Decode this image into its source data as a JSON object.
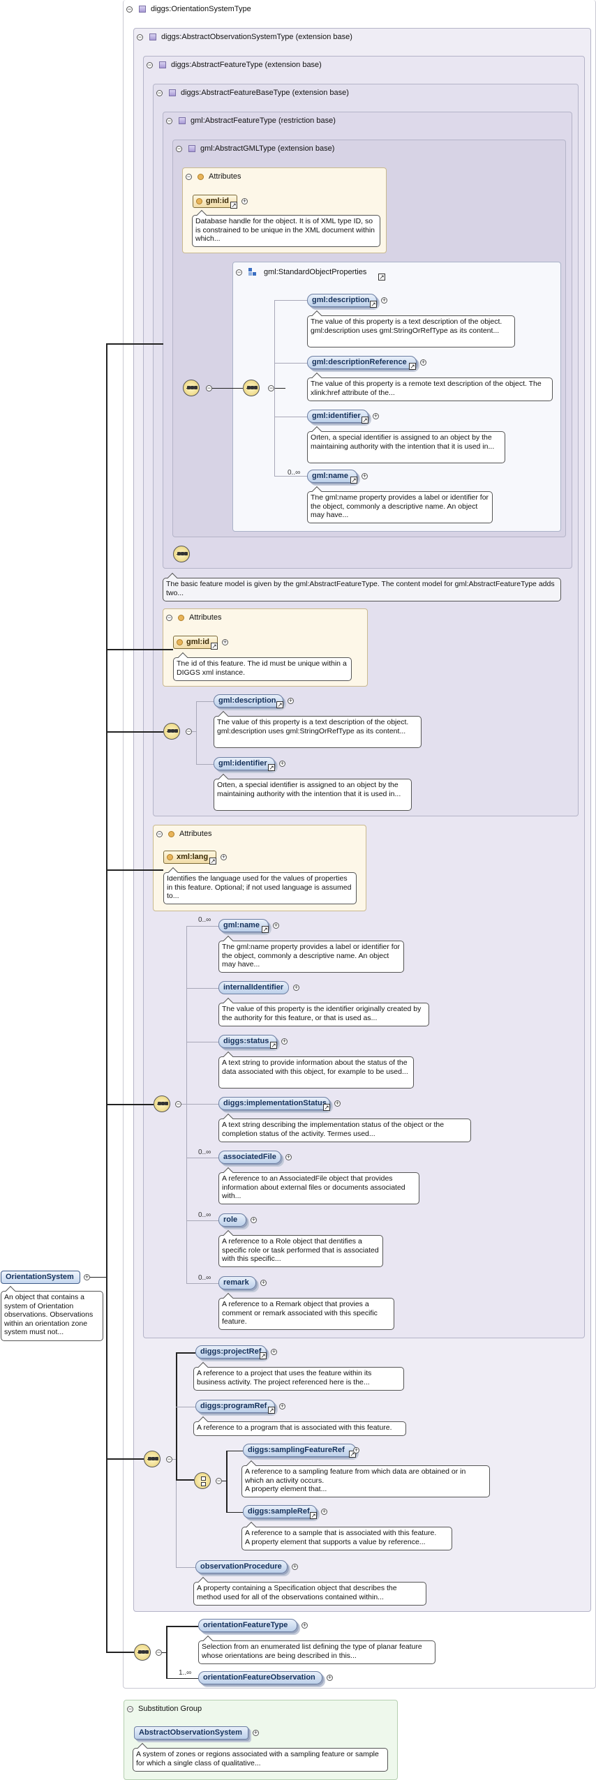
{
  "root": {
    "name": "OrientationSystem",
    "doc": "An object that contains a system of Orientation observations. Observations within an orientation zone system must not..."
  },
  "types": {
    "orientation_system_type": "diggs:OrientationSystemType",
    "abstract_observation_system_type": "diggs:AbstractObservationSystemType (extension base)",
    "abstract_feature_type_diggs": "diggs:AbstractFeatureType (extension base)",
    "abstract_feature_base_type": "diggs:AbstractFeatureBaseType (extension base)",
    "gml_abstract_feature_type": "gml:AbstractFeatureType (restriction base)",
    "gml_abstract_gml_type": "gml:AbstractGMLType (extension base)",
    "standard_object_properties": "gml:StandardObjectProperties"
  },
  "attributes_label": "Attributes",
  "gml_attrs": {
    "id_name": "gml:id",
    "id_doc": "Database handle for the object. It is of XML type ID, so is constrained to be unique in the XML document within which..."
  },
  "standard_props": [
    {
      "name": "gml:description",
      "doc": "The value of this property is a text description of the object. gml:description uses gml:StringOrRefType as its content..."
    },
    {
      "name": "gml:descriptionReference",
      "doc": "The value of this property is a remote text description of the object. The xlink:href attribute of the..."
    },
    {
      "name": "gml:identifier",
      "doc": "Often, a special identifier is assigned to an object by the maintaining authority with the intention that it is used in..."
    },
    {
      "name": "gml:name",
      "doc": "The gml:name property provides a label or identifier for the object, commonly a descriptive name. An object may have...",
      "mult": "0..∞"
    }
  ],
  "gml_feature_doc": "The basic feature model is given by the gml:AbstractFeatureType. The content model for gml:AbstractFeatureType adds two...",
  "base_attrs": {
    "id_name": "gml:id",
    "id_doc": "The id of this feature. The id must be unique within a DIGGS xml instance."
  },
  "base_elements": [
    {
      "name": "gml:description",
      "doc": "The value of this property is a text description of the object. gml:description uses gml:StringOrRefType as its content..."
    },
    {
      "name": "gml:identifier",
      "doc": "Often, a special identifier is assigned to an object by the maintaining authority with the intention that it is used in..."
    }
  ],
  "feature_attrs": {
    "lang_name": "xml:lang",
    "lang_doc": "Identifies the language used for the values of properties in this feature. Optional; if not used language is assumed to..."
  },
  "feature_elements": [
    {
      "name": "gml:name",
      "mult": "0..∞",
      "doc": "The gml:name property provides a label or identifier for the object, commonly a descriptive name. An object may have..."
    },
    {
      "name": "internalIdentifier",
      "doc": "The value of this property is the identifier originally created by the authority for this feature, or that is used as..."
    },
    {
      "name": "diggs:status",
      "doc": "A text string to provide information about the status of the data associated with this object, for example to be used..."
    },
    {
      "name": "diggs:implementationStatus",
      "doc": "A text string describing the implementation status of the object or the completion status of the activity. Termes used..."
    },
    {
      "name": "associatedFile",
      "mult": "0..∞",
      "doc": "A reference to an AssociatedFile object that provides information about external files or documents associated with..."
    },
    {
      "name": "role",
      "mult": "0..∞",
      "doc": "A reference to a Role object that dentifies a specific role or task performed that is associated with this specific..."
    },
    {
      "name": "remark",
      "mult": "0..∞",
      "doc": "A reference to a Remark object that provies a comment or remark associated with this specific feature."
    }
  ],
  "observation_elements": {
    "project_ref": {
      "name": "diggs:projectRef",
      "doc": "A reference to a project that uses the feature within its business activity. The project referenced here is the..."
    },
    "program_ref": {
      "name": "diggs:programRef",
      "doc": "A reference to a program that is associated with this feature."
    },
    "sampling_feature_ref": {
      "name": "diggs:samplingFeatureRef",
      "doc": "A reference to a sampling feature from which data are obtained or in which an activity occurs.\nA property element that..."
    },
    "sample_ref": {
      "name": "diggs:sampleRef",
      "doc": "A reference to a sample that is associated with this feature.\nA property element that supports a value by reference..."
    },
    "observation_procedure": {
      "name": "observationProcedure",
      "doc": "A property containing a Specification object that describes the method used for all of the observations contained within..."
    }
  },
  "orientation_elements": {
    "feature_type": {
      "name": "orientationFeatureType",
      "doc": "Selection from an enumerated list defining the type of planar feature whose orientations are being described in this..."
    },
    "feature_observation": {
      "name": "orientationFeatureObservation",
      "mult": "1..∞"
    }
  },
  "substitution": {
    "title": "Substitution Group",
    "name": "AbstractObservationSystem",
    "doc": "A system of zones or regions associated with a sampling feature or sample for which a single class of qualitative..."
  }
}
